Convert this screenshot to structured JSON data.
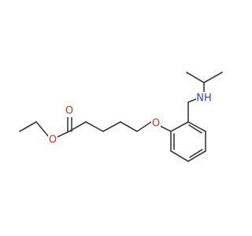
{
  "molecule": {
    "atoms": {
      "O_carbonyl": {
        "symbol": "O",
        "color": "#e0301e"
      },
      "O_ester": {
        "symbol": "O",
        "color": "#e0301e"
      },
      "O_ether": {
        "symbol": "O",
        "color": "#e0301e"
      },
      "N_amine": {
        "symbol": "NH",
        "color": "#2f45d6"
      }
    },
    "bond_color": "#3a3a3a"
  }
}
